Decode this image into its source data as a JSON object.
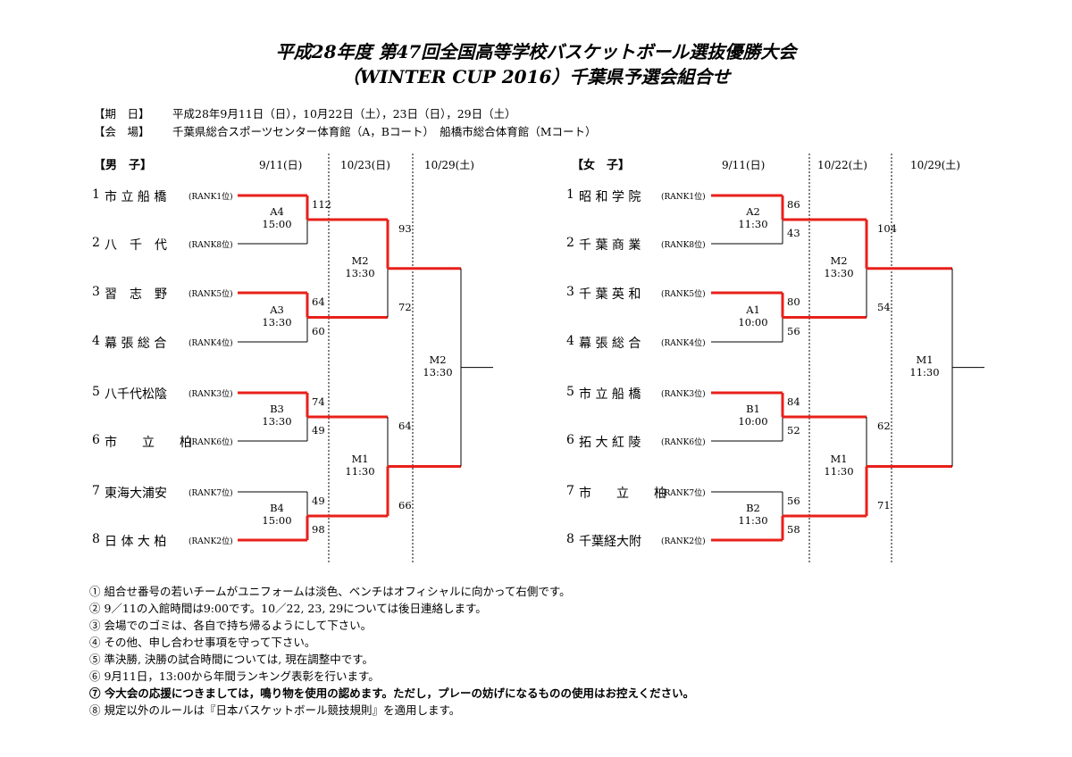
{
  "title": {
    "line1": "平成28年度 第47回全国高等学校バスケットボール選抜優勝大会",
    "line2": "（WINTER CUP 2016）千葉県予選会組合せ"
  },
  "info": {
    "period_label": "【期　日】",
    "period_value": "平成28年9月11日（日），10月22日（土），23日（日），29日（土）",
    "venue_label": "【会　場】",
    "venue_value": "千葉県総合スポーツセンター体育館（A，Bコート）　船橋市総合体育館（Mコート）"
  },
  "boys": {
    "label": "【男　子】",
    "dates": [
      "9/11(日)",
      "10/23(日)",
      "10/29(土)"
    ],
    "teams": [
      {
        "no": "1",
        "name": "市 立 船 橋",
        "rank": "(RANK1位)"
      },
      {
        "no": "2",
        "name": "八　千　代",
        "rank": "(RANK8位)"
      },
      {
        "no": "3",
        "name": "習　志　野",
        "rank": "(RANK5位)"
      },
      {
        "no": "4",
        "name": "幕 張 総 合",
        "rank": "(RANK4位)"
      },
      {
        "no": "5",
        "name": "八千代松陰",
        "rank": "(RANK3位)"
      },
      {
        "no": "6",
        "name": "市　　立　　柏",
        "rank": "(RANK6位)"
      },
      {
        "no": "7",
        "name": "東海大浦安",
        "rank": "(RANK7位)"
      },
      {
        "no": "8",
        "name": "日 体 大 柏",
        "rank": "(RANK2位)"
      }
    ],
    "r1": [
      {
        "court": "A4",
        "time": "15:00",
        "s_top": "112",
        "s_bot": "",
        "winner": "top"
      },
      {
        "court": "A3",
        "time": "13:30",
        "s_top": "64",
        "s_bot": "60",
        "winner": "top"
      },
      {
        "court": "B3",
        "time": "13:30",
        "s_top": "74",
        "s_bot": "49",
        "winner": "top"
      },
      {
        "court": "B4",
        "time": "15:00",
        "s_top": "49",
        "s_bot": "98",
        "winner": "bot"
      }
    ],
    "r2": [
      {
        "court": "M2",
        "time": "13:30",
        "s_top": "93",
        "s_bot": "72",
        "winner": "top"
      },
      {
        "court": "M1",
        "time": "11:30",
        "s_top": "64",
        "s_bot": "66",
        "winner": "bot"
      }
    ],
    "final": {
      "court": "M2",
      "time": "13:30"
    }
  },
  "girls": {
    "label": "【女　子】",
    "dates": [
      "9/11(日)",
      "10/22(土)",
      "10/29(土)"
    ],
    "teams": [
      {
        "no": "1",
        "name": "昭 和 学 院",
        "rank": "(RANK1位)"
      },
      {
        "no": "2",
        "name": "千 葉 商 業",
        "rank": "(RANK8位)"
      },
      {
        "no": "3",
        "name": "千 葉 英 和",
        "rank": "(RANK5位)"
      },
      {
        "no": "4",
        "name": "幕 張 総 合",
        "rank": "(RANK4位)"
      },
      {
        "no": "5",
        "name": "市 立 船 橋",
        "rank": "(RANK3位)"
      },
      {
        "no": "6",
        "name": "拓 大 紅 陵",
        "rank": "(RANK6位)"
      },
      {
        "no": "7",
        "name": "市　　立　　柏",
        "rank": "(RANK7位)"
      },
      {
        "no": "8",
        "name": "千葉経大附",
        "rank": "(RANK2位)"
      }
    ],
    "r1": [
      {
        "court": "A2",
        "time": "11:30",
        "s_top": "86",
        "s_bot": "43",
        "winner": "top"
      },
      {
        "court": "A1",
        "time": "10:00",
        "s_top": "80",
        "s_bot": "56",
        "winner": "top"
      },
      {
        "court": "B1",
        "time": "10:00",
        "s_top": "84",
        "s_bot": "52",
        "winner": "top"
      },
      {
        "court": "B2",
        "time": "11:30",
        "s_top": "56",
        "s_bot": "58",
        "winner": "bot"
      }
    ],
    "r2": [
      {
        "court": "M2",
        "time": "13:30",
        "s_top": "104",
        "s_bot": "54",
        "winner": "top"
      },
      {
        "court": "M1",
        "time": "11:30",
        "s_top": "62",
        "s_bot": "71",
        "winner": "bot"
      }
    ],
    "final": {
      "court": "M1",
      "time": "11:30"
    }
  },
  "notes": [
    {
      "text": "① 組合せ番号の若いチームがユニフォームは淡色、ベンチはオフィシャルに向かって右側です。",
      "bold": false
    },
    {
      "text": "② 9／11の入館時間は9:00です。10／22, 23, 29については後日連絡します。",
      "bold": false
    },
    {
      "text": "③ 会場でのゴミは、各自で持ち帰るようにして下さい。",
      "bold": false
    },
    {
      "text": "④ その他、申し合わせ事項を守って下さい。",
      "bold": false
    },
    {
      "text": "⑤ 準決勝, 決勝の試合時間については, 現在調整中です。",
      "bold": false
    },
    {
      "text": "⑥ 9月11日，13:00から年間ランキング表彰を行います。",
      "bold": false
    },
    {
      "text": "⑦ 今大会の応援につきましては，鳴り物を使用の認めます。ただし，プレーの妨げになるものの使用はお控えください。",
      "bold": true
    },
    {
      "text": "⑧ 規定以外のルールは『日本バスケットボール競技規則』を適用します。",
      "bold": false
    }
  ],
  "colors": {
    "win_line": "#e8201a",
    "line": "#000000"
  }
}
